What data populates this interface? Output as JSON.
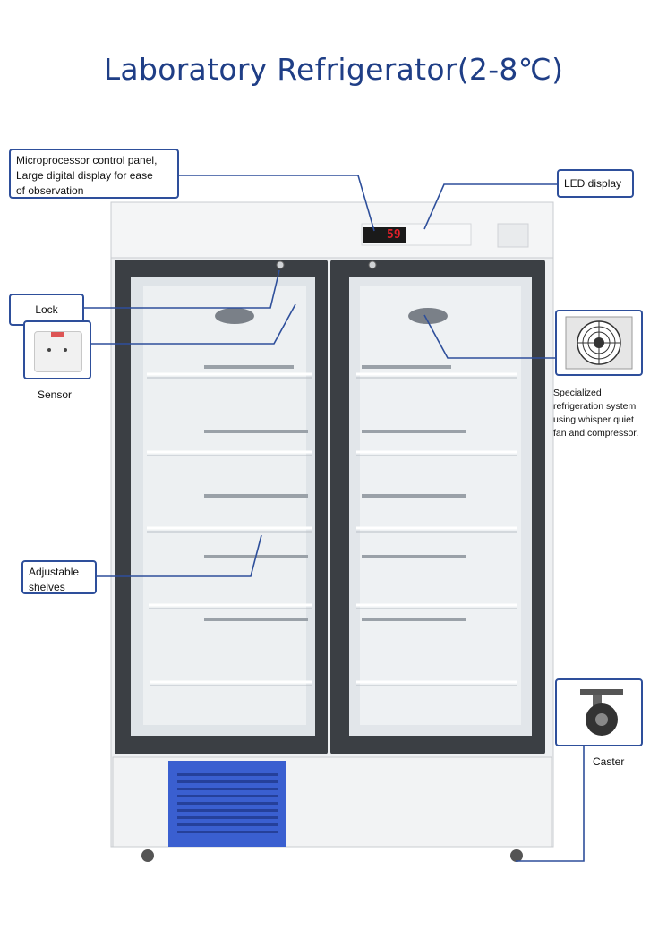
{
  "title": "Laboratory Refrigerator(2-8℃)",
  "display": {
    "reading": "59"
  },
  "callouts": {
    "control_panel": [
      "Microprocessor control panel,",
      "Large digital display for ease",
      "of observation"
    ],
    "led_display": "LED display",
    "lock": "Lock",
    "sensor": "Sensor",
    "fan": [
      "Specialized",
      "refrigeration system",
      "using whisper quiet",
      "fan and compressor."
    ],
    "shelves": [
      "Adjustable",
      "shelves"
    ],
    "caster": "Caster"
  },
  "colors": {
    "accent": "#2e4f9b",
    "title": "#1f3e86",
    "vent": "#3a5fd0",
    "led": "#e0202a"
  }
}
